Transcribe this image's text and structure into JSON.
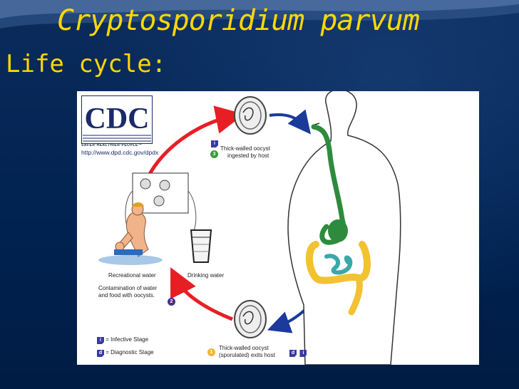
{
  "slide": {
    "title": "Cryptosporidium parvum",
    "subtitle": "Life cycle:"
  },
  "figure": {
    "logo_text": "CDC",
    "logo_tagline": "SAFER·HEALTHIER·PEOPLE™",
    "url": "http://www.dpd.cdc.gov/dpdx",
    "step3": {
      "number": "3",
      "line1": "Thick-walled oocyst",
      "line2": "ingested by host"
    },
    "step2": {
      "number": "2",
      "line1": "Contamination of water",
      "line2": "and food with oocysts."
    },
    "step1": {
      "number": "1",
      "line1": "Thick-walled oocyst",
      "line2": "(sporulated) exits host"
    },
    "recreational_water": "Recreational water",
    "drinking_water": "Drinking water",
    "legend": {
      "infective": "= Infective Stage",
      "diagnostic": "= Diagnostic Stage",
      "i_symbol": "i",
      "d_symbol": "d"
    },
    "colors": {
      "arrow_red": "#e81e25",
      "arrow_blue": "#1b3a9c",
      "gut_green": "#2e8b3e",
      "gut_yellow": "#f2c230",
      "gut_teal": "#3aa8a8",
      "badge_green": "#3a9a3a",
      "badge_purple": "#4b2d8a",
      "badge_yellow": "#f2b630"
    }
  }
}
